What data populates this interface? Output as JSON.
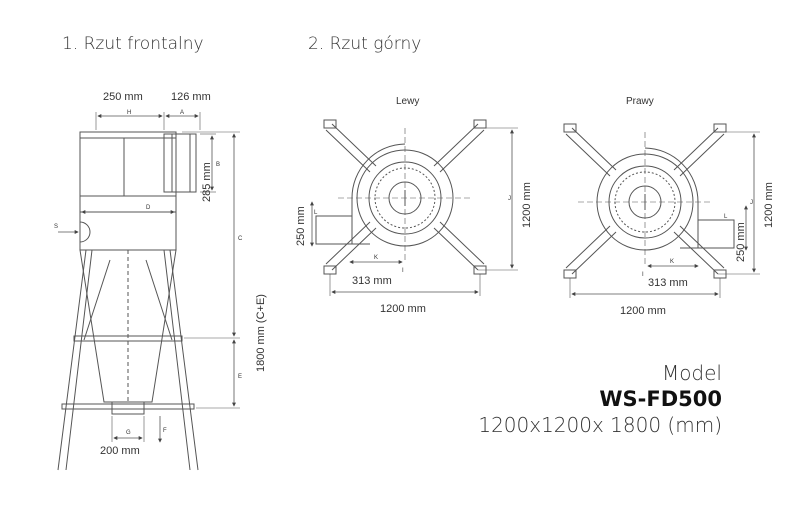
{
  "headings": {
    "front": "1. Rzut frontalny",
    "top": "2. Rzut górny"
  },
  "front_view": {
    "dim_h": "250 mm",
    "dim_a": "126 mm",
    "dim_b": "285 mm",
    "dim_ce": "1800 mm (C+E)",
    "dim_g": "200 mm",
    "letters": {
      "h": "H",
      "a": "A",
      "b": "B",
      "c": "C",
      "d": "D",
      "e": "E",
      "f": "F",
      "g": "G",
      "s": "S"
    }
  },
  "top_left": {
    "title": "Lewy",
    "dim_height": "1200 mm",
    "dim_side": "250 mm",
    "dim_k": "313 mm",
    "dim_width": "1200 mm",
    "letters": {
      "k": "K",
      "i": "I",
      "j": "J",
      "l": "L"
    }
  },
  "top_right": {
    "title": "Prawy",
    "dim_height": "1200 mm",
    "dim_side": "250 mm",
    "dim_k": "313 mm",
    "dim_width": "1200 mm",
    "letters": {
      "k": "K",
      "i": "I",
      "j": "J",
      "l": "L"
    }
  },
  "model": {
    "label": "Model",
    "name": "WS-FD500",
    "dimensions": "1200x1200x 1800 (mm)"
  }
}
